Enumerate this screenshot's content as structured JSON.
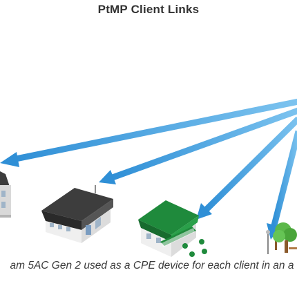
{
  "diagram": {
    "title": "PtMP Client Links",
    "caption": "am 5AC Gen 2 used as a CPE device for each client in an a",
    "link_color": "#3a9ad9",
    "roof_dark": "#3d3d3d",
    "roof_green": "#1f8a3c",
    "wall_color": "#efefef",
    "tree_color": "#5cb84a",
    "nodes": [
      {
        "id": "house-left",
        "label": ""
      },
      {
        "id": "school-building",
        "label": ""
      },
      {
        "id": "cafe-green-roof",
        "label": ""
      },
      {
        "id": "park-lamp-tree",
        "label": ""
      }
    ]
  }
}
